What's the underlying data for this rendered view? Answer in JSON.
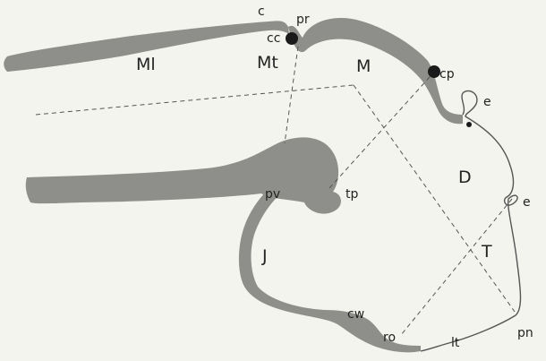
{
  "labels": {
    "Ml": "Ml",
    "Mt": "Mt",
    "c": "c",
    "cc": "cc",
    "pr": "pr",
    "M": "M",
    "cp": "cp",
    "e_upper": "e",
    "e_lower": "e",
    "D": "D",
    "T": "T",
    "pv": "pv",
    "tp": "tp",
    "J": "J",
    "cw": "cw",
    "ro": "ro",
    "lt": "lt",
    "pn": "pn"
  },
  "colors": {
    "background": "#f4f4ee",
    "tissue": "#8e8e8a",
    "tissue_dark": "#6f6f6b",
    "node": "#1a1a1a",
    "outline": "#555555",
    "dashed": "#555555",
    "text": "#222222"
  }
}
